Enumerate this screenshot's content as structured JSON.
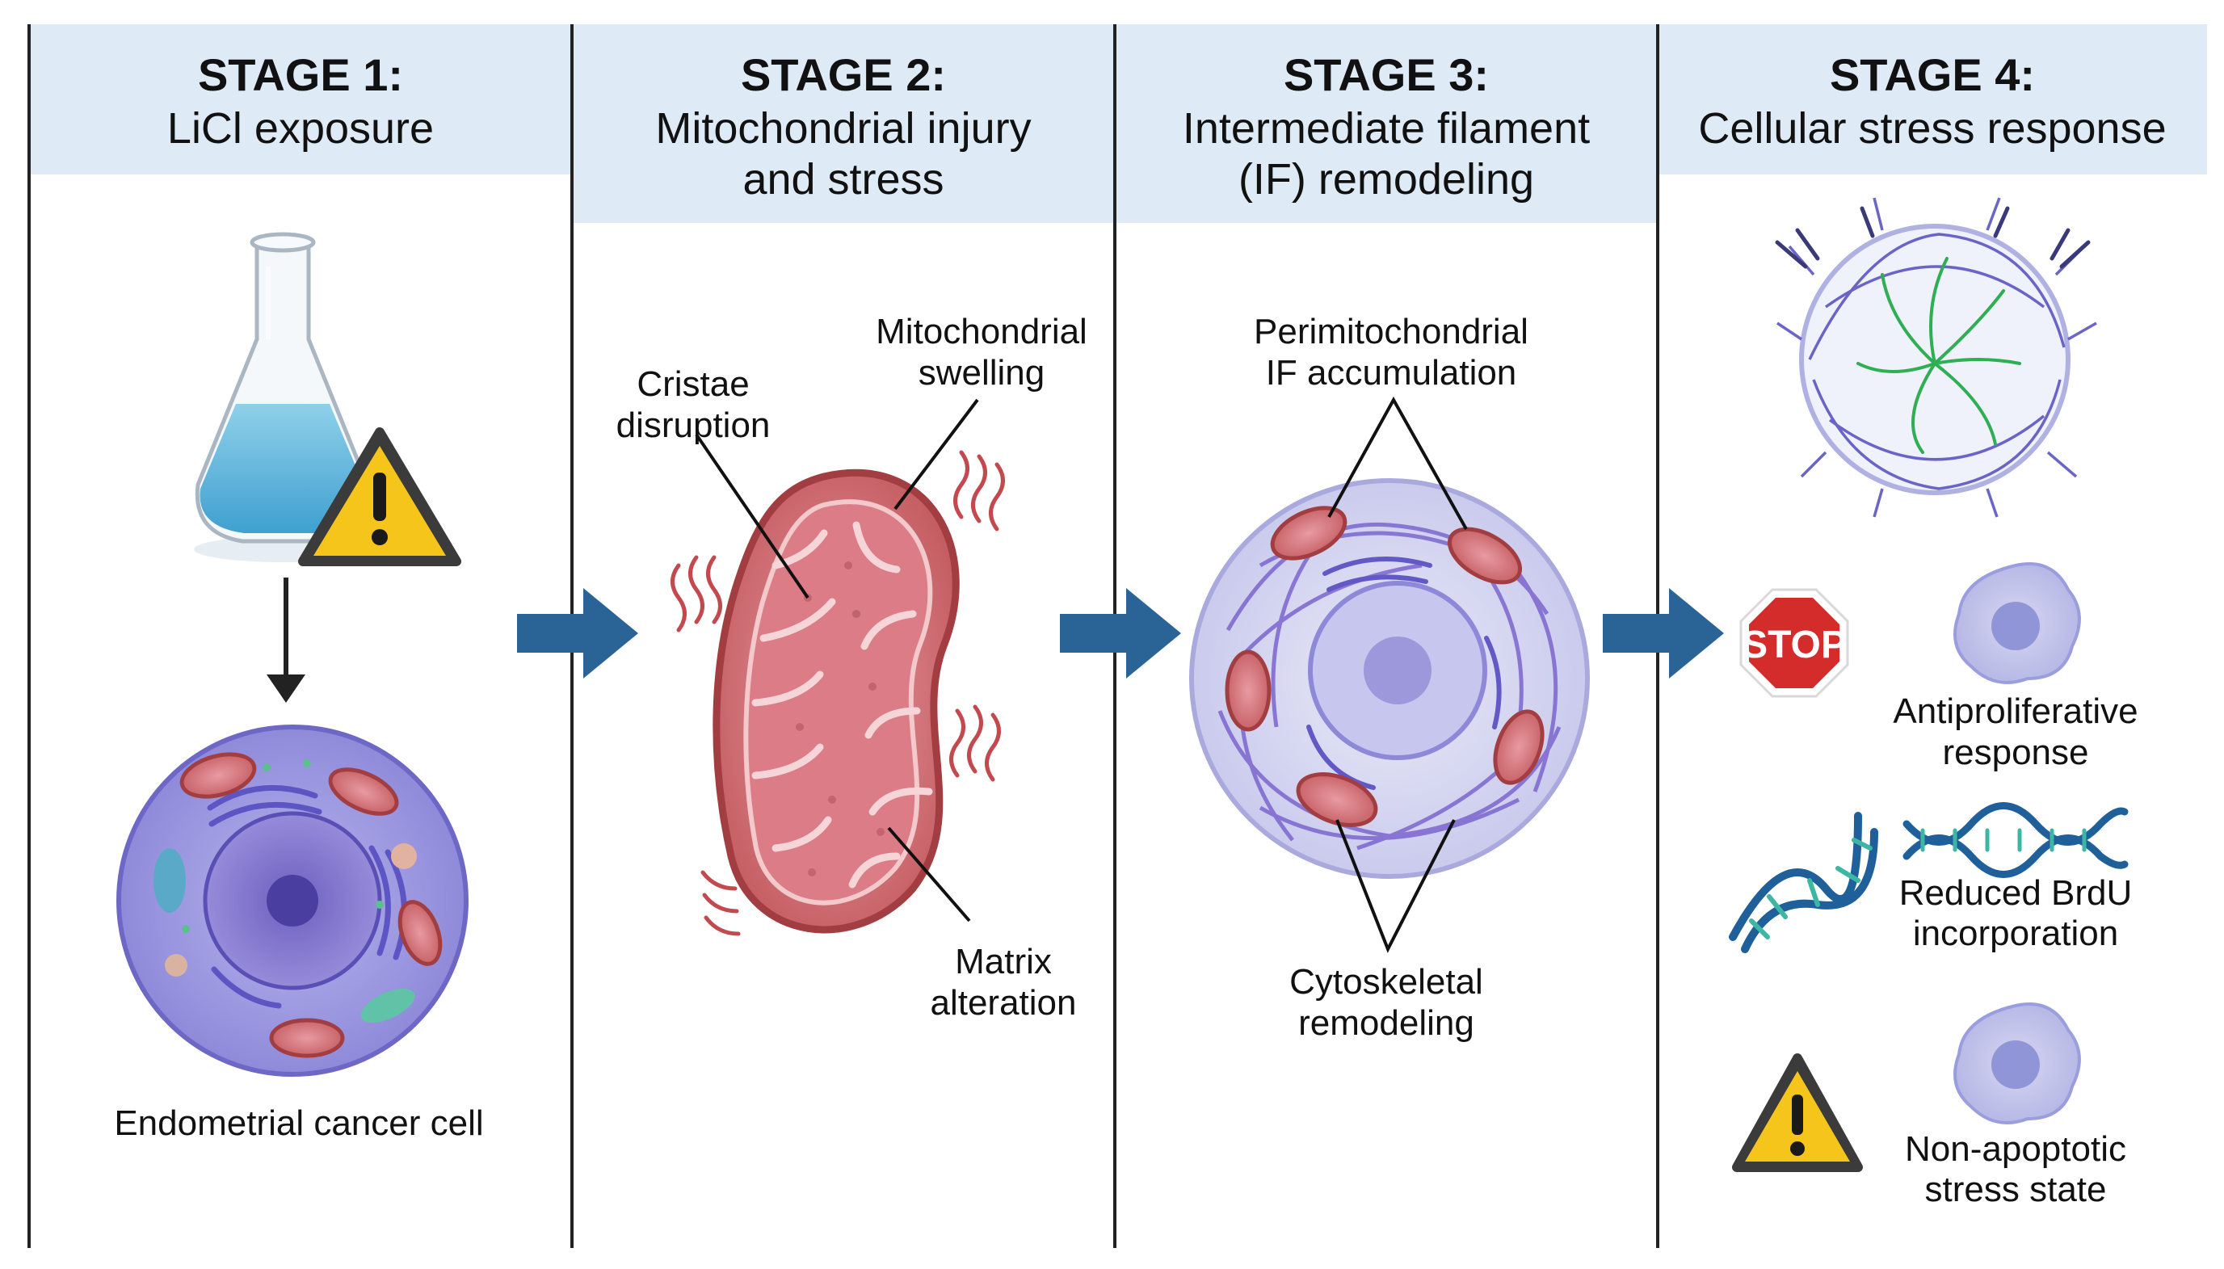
{
  "stages": [
    {
      "title": "STAGE 1:",
      "subtitle": [
        "LiCl exposure"
      ]
    },
    {
      "title": "STAGE 2:",
      "subtitle": [
        "Mitochondrial injury",
        "and stress"
      ]
    },
    {
      "title": "STAGE 3:",
      "subtitle": [
        "Intermediate filament",
        "(IF) remodeling"
      ]
    },
    {
      "title": "STAGE 4:",
      "subtitle": [
        "Cellular stress response"
      ]
    }
  ],
  "stage1": {
    "cell_label": "Endometrial cancer cell"
  },
  "stage2": {
    "label_swelling": [
      "Mitochondrial",
      "swelling"
    ],
    "label_cristae": [
      "Cristae",
      "disruption"
    ],
    "label_matrix": [
      "Matrix",
      "alteration"
    ]
  },
  "stage3": {
    "label_if": [
      "Perimitochondrial",
      "IF accumulation"
    ],
    "label_cyto": [
      "Cytoskeletal",
      "remodeling"
    ]
  },
  "stage4": {
    "stop_sign_text": "STOP",
    "responses": [
      {
        "icon": "stop-sign-icon",
        "label": [
          "Antiproliferative",
          "response"
        ]
      },
      {
        "icon": "dna-icon",
        "label": [
          "Reduced BrdU",
          "incorporation"
        ]
      },
      {
        "icon": "warning-icon",
        "label": [
          "Non-apoptotic",
          "stress state"
        ]
      }
    ]
  },
  "colors": {
    "header_band": "#deeaf6",
    "divider": "#222222",
    "arrow": "#2a6496",
    "cell_body": "#8f8fdc",
    "mitochondria": "#c9595a",
    "warning": "#f5c51c",
    "stop": "#d42b2b",
    "filament": "#6a4fc4",
    "green_filament": "#2fae54"
  }
}
